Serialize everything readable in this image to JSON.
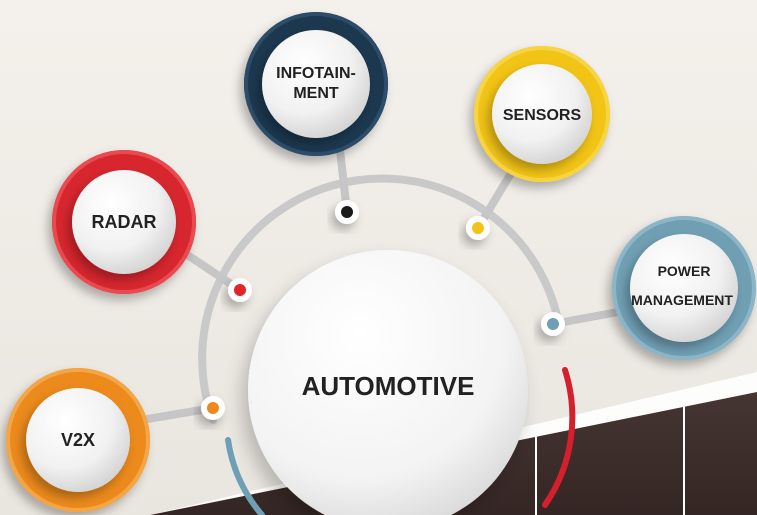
{
  "center": {
    "label": "AUTOMOTIVE"
  },
  "nodes": [
    {
      "id": "infotainment",
      "lines": [
        "INFOTAIN-",
        "MENT"
      ],
      "ring_color": "#1e3850",
      "dot_color": "#1a1a1a"
    },
    {
      "id": "sensors",
      "lines": [
        "SENSORS"
      ],
      "ring_color": "#f2c417",
      "dot_color": "#f2c417"
    },
    {
      "id": "radar",
      "lines": [
        "RADAR"
      ],
      "ring_color": "#d7282f",
      "dot_color": "#e0252b"
    },
    {
      "id": "power-management",
      "lines": [
        "POWER",
        "MANAGEMENT"
      ],
      "ring_color": "#6f9fb4",
      "dot_color": "#6f9fb4"
    },
    {
      "id": "v2x",
      "lines": [
        "V2X"
      ],
      "ring_color": "#ec8a1f",
      "dot_color": "#ec8a1f"
    }
  ],
  "colors": {
    "background": "#efebe5",
    "floor": "#3c2c29",
    "track": "#c8c8c8",
    "accent_red": "#d4202c",
    "accent_blue": "#6f9fb4"
  }
}
